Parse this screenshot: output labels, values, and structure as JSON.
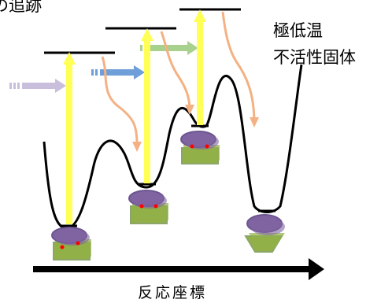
{
  "corner_caption": "の追跡",
  "side_caption": {
    "line1": "極低温",
    "line2": "不活性固体"
  },
  "axis_label": "反応座標",
  "colors": {
    "potential_curve": "#000000",
    "excitation_arrow": "#ffff55",
    "relaxation_arrow": "#f4b183",
    "incoming_1": "#c9bedc",
    "incoming_2": "#6f9fd8",
    "incoming_3": "#a9d18e",
    "molecule_top": "#8064a2",
    "molecule_base": "#92b047",
    "molecule_dot": "#ff0000"
  }
}
